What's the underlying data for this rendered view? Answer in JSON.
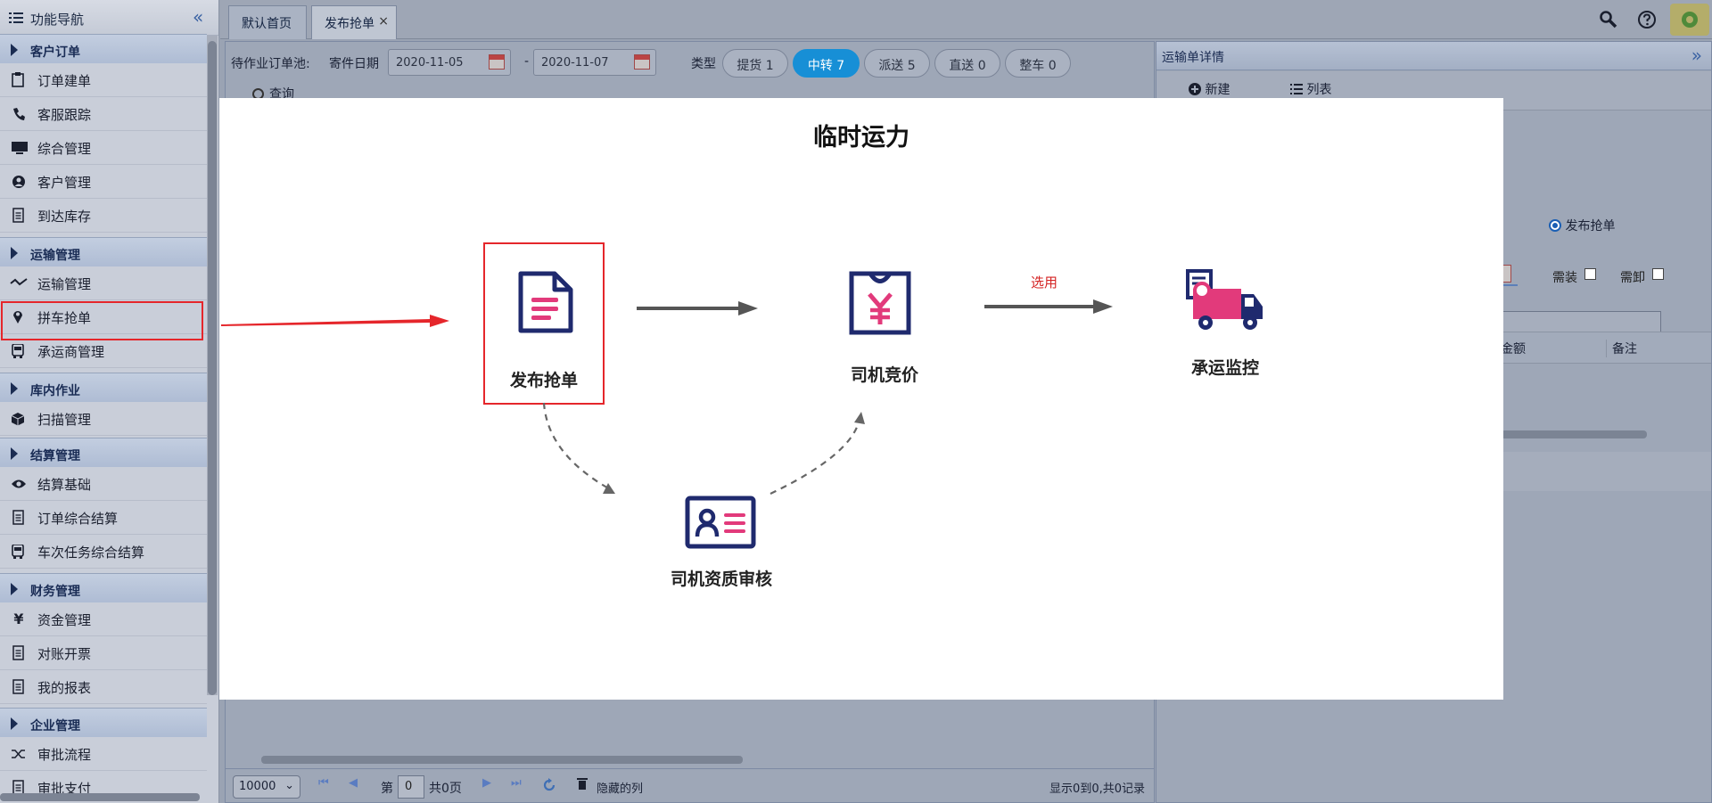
{
  "sidebar": {
    "title": "功能导航",
    "collapse_glyph": "«",
    "sections": [
      {
        "label": "客户订单",
        "items": [
          {
            "label": "订单建单",
            "icon": "clipboard-icon"
          },
          {
            "label": "客服跟踪",
            "icon": "phone-icon"
          },
          {
            "label": "综合管理",
            "icon": "monitor-icon"
          },
          {
            "label": "客户管理",
            "icon": "customer-icon"
          },
          {
            "label": "到达库存",
            "icon": "document-icon"
          }
        ]
      },
      {
        "label": "运输管理",
        "items": [
          {
            "label": "运输管理",
            "icon": "route-icon"
          },
          {
            "label": "拼车抢单",
            "icon": "location-pin-icon"
          },
          {
            "label": "承运商管理",
            "icon": "bus-icon"
          }
        ]
      },
      {
        "label": "库内作业",
        "items": [
          {
            "label": "扫描管理",
            "icon": "box-icon"
          }
        ]
      },
      {
        "label": "结算管理",
        "items": [
          {
            "label": "结算基础",
            "icon": "eye-icon"
          },
          {
            "label": "订单综合结算",
            "icon": "document-icon"
          },
          {
            "label": "车次任务综合结算",
            "icon": "bus-icon"
          }
        ]
      },
      {
        "label": "财务管理",
        "items": [
          {
            "label": "资金管理",
            "icon": "yen-icon"
          },
          {
            "label": "对账开票",
            "icon": "document-icon"
          },
          {
            "label": "我的报表",
            "icon": "document-icon"
          }
        ]
      },
      {
        "label": "企业管理",
        "items": [
          {
            "label": "审批流程",
            "icon": "shuffle-icon"
          },
          {
            "label": "审批支付",
            "icon": "document-icon"
          }
        ]
      }
    ]
  },
  "tabs": [
    {
      "label": "默认首页",
      "active": false
    },
    {
      "label": "发布抢单",
      "active": true,
      "close": "×"
    }
  ],
  "toolbar": {
    "pool_label": "待作业订单池:",
    "date_label": "寄件日期",
    "date_from": "2020-11-05",
    "date_sep": "-",
    "date_to": "2020-11-07",
    "type_label": "类型",
    "type_pills": [
      {
        "label": "提货 1",
        "active": false
      },
      {
        "label": "中转 7",
        "active": true
      },
      {
        "label": "派送 5",
        "active": false
      },
      {
        "label": "直送 0",
        "active": false
      },
      {
        "label": "整车 0",
        "active": false
      }
    ],
    "query_label": "查询"
  },
  "pager": {
    "page_size": "10000",
    "page_prefix": "第",
    "page_value": "0",
    "page_total": "共0页",
    "hidden_cols": "隐藏的列",
    "summary": "显示0到0,共0记录"
  },
  "detail": {
    "title": "运输单详情",
    "expand_glyph": "»",
    "new_label": "新建",
    "list_label": "列表",
    "radio_label": "发布抢单",
    "need_load": "需装",
    "need_unload": "需卸",
    "col_amount": "金额",
    "col_note": "备注"
  },
  "modal": {
    "title": "临时运力",
    "steps": {
      "publish": "发布抢单",
      "bid": "司机竞价",
      "monitor": "承运监控",
      "review": "司机资质审核"
    },
    "select_label": "选用"
  },
  "colors": {
    "accent": "#178fd6",
    "highlight": "#e5262b",
    "icon_navy": "#1f2a6e",
    "icon_pink": "#e23a7b"
  }
}
